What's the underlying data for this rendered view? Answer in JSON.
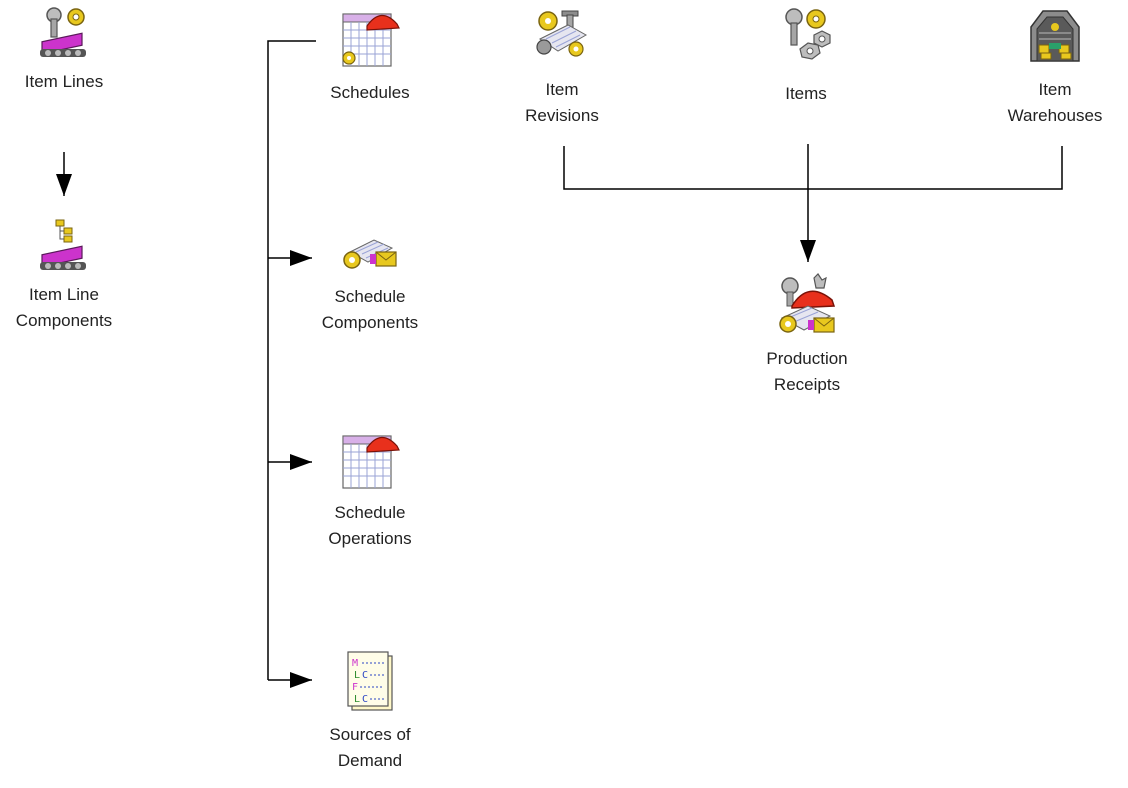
{
  "nodes": {
    "item_lines": {
      "label": "Item Lines",
      "icon": "item-lines-icon"
    },
    "item_line_components": {
      "label_1": "Item Line",
      "label_2": "Components",
      "icon": "item-line-components-icon"
    },
    "schedules": {
      "label": "Schedules",
      "icon": "schedules-icon"
    },
    "schedule_components": {
      "label_1": "Schedule",
      "label_2": "Components",
      "icon": "schedule-components-icon"
    },
    "schedule_operations": {
      "label_1": "Schedule",
      "label_2": "Operations",
      "icon": "schedule-operations-icon"
    },
    "sources_of_demand": {
      "label_1": "Sources of",
      "label_2": "Demand",
      "icon": "sources-of-demand-icon"
    },
    "item_revisions": {
      "label_1": "Item",
      "label_2": "Revisions",
      "icon": "item-revisions-icon"
    },
    "items": {
      "label": "Items",
      "icon": "items-icon"
    },
    "item_warehouses": {
      "label_1": "Item",
      "label_2": "Warehouses",
      "icon": "item-warehouses-icon"
    },
    "production_receipts": {
      "label_1": "Production",
      "label_2": "Receipts",
      "icon": "production-receipts-icon"
    }
  },
  "edges": [
    {
      "from": "item_lines",
      "to": "item_line_components"
    },
    {
      "from": "schedules",
      "to": "schedule_components"
    },
    {
      "from": "schedules",
      "to": "schedule_operations"
    },
    {
      "from": "schedules",
      "to": "sources_of_demand"
    },
    {
      "from": "item_revisions",
      "to": "production_receipts"
    },
    {
      "from": "items",
      "to": "production_receipts"
    },
    {
      "from": "item_warehouses",
      "to": "production_receipts"
    }
  ],
  "colors": {
    "line": "#000000",
    "text": "#222222",
    "helmet_red": "#e8301c",
    "conveyor_magenta": "#cc33cc",
    "calendar_grid": "#9aa3d6",
    "gear_yellow": "#e8c81e",
    "metal_gray": "#8c8c8c"
  }
}
